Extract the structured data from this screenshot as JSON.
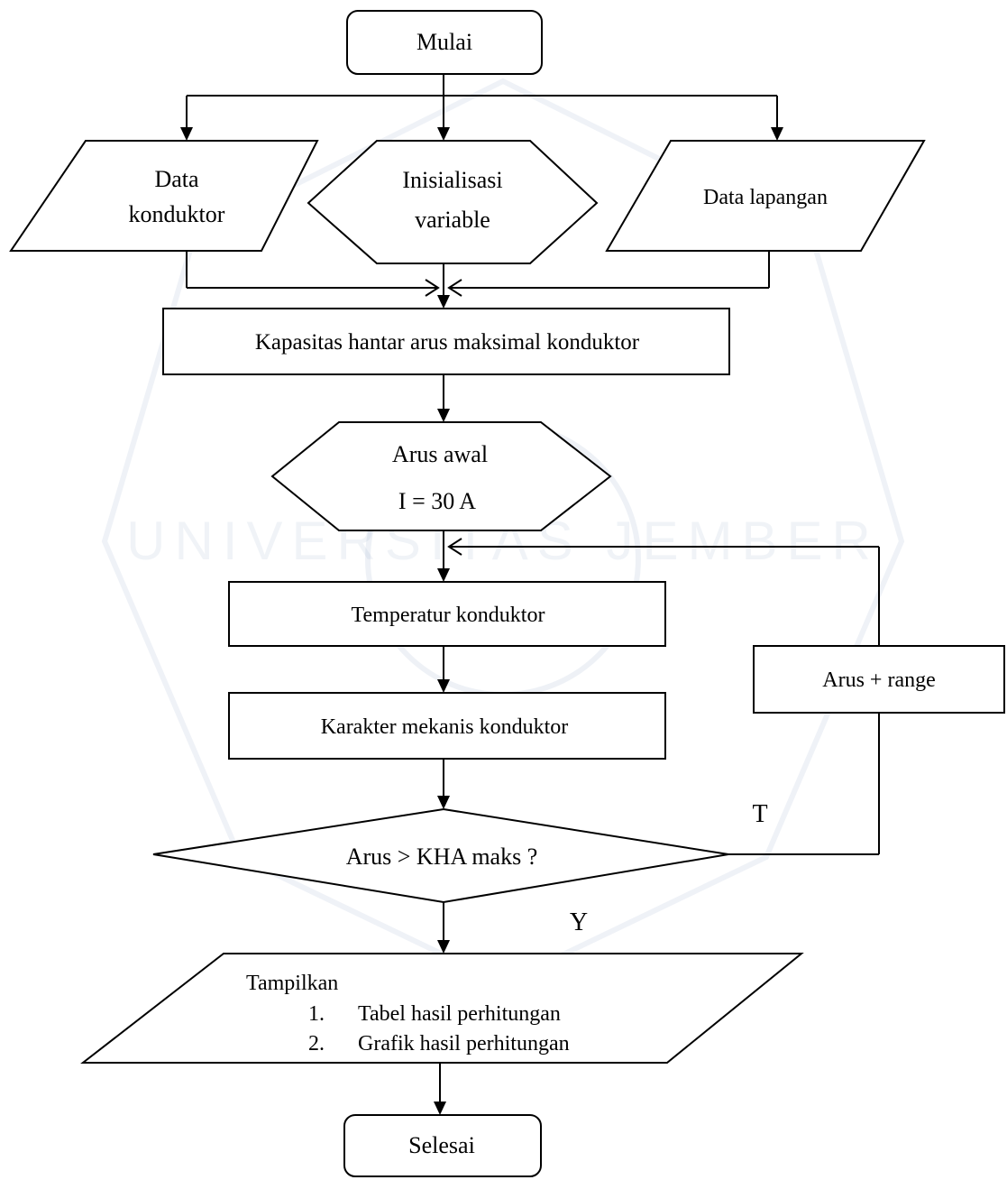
{
  "watermark": {
    "text": "UNIVERSITAS JEMBER"
  },
  "nodes": {
    "start": {
      "label": "Mulai"
    },
    "data_konduktor": {
      "line1": "Data",
      "line2": "konduktor"
    },
    "inisialisasi": {
      "line1": "Inisialisasi",
      "line2": "variable"
    },
    "data_lapangan": {
      "label": "Data lapangan"
    },
    "kapasitas": {
      "label": "Kapasitas hantar arus maksimal konduktor"
    },
    "arus_awal": {
      "line1": "Arus awal",
      "line2": "I = 30 A"
    },
    "temperatur": {
      "label": "Temperatur konduktor"
    },
    "karakter": {
      "label": "Karakter mekanis konduktor"
    },
    "arus_range": {
      "label": "Arus + range"
    },
    "decision": {
      "label": "Arus > KHA maks ?"
    },
    "tampilkan": {
      "title": "Tampilkan",
      "item1_num": "1.",
      "item1": "Tabel hasil perhitungan",
      "item2_num": "2.",
      "item2": "Grafik hasil perhitungan"
    },
    "end": {
      "label": "Selesai"
    }
  },
  "branch_labels": {
    "no": "T",
    "yes": "Y"
  }
}
